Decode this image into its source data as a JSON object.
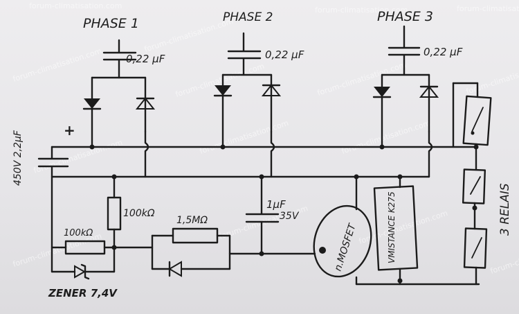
{
  "labels": {
    "phase1": "PHASE 1",
    "phase2": "PHASE 2",
    "phase3": "PHASE 3",
    "cap1": "0,22 μF",
    "cap2": "0,22 μF",
    "cap3": "0,22 μF",
    "plus": "+",
    "main_cap": "450V 2,2μF",
    "res_100k_vertical": "100kΩ",
    "res_100k_horizontal": "100kΩ",
    "res_1_5m": "1,5MΩ",
    "cap_1uf": "1μF",
    "cap_1uf_voltage": "35V",
    "zener": "ZENER 7,4V",
    "mosfet": "n.MOSFET",
    "sensor": "VMISTANCE K275",
    "relays": "3 RELAIS"
  },
  "watermark": {
    "text": "forum-climatisation.com"
  }
}
